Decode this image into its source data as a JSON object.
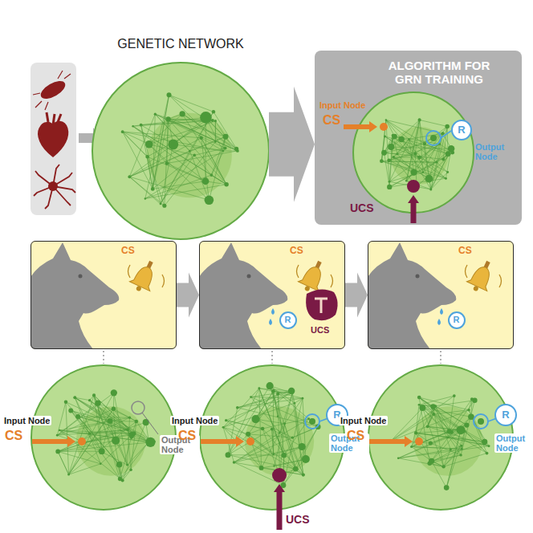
{
  "diagram": {
    "nodes": [
      {
        "text": [
          "GENETIC NETWORK"
        ]
      },
      {
        "text": [
          "ALGORITHM FOR GRN TRAINING"
        ]
      },
      {
        "text": [
          "R"
        ],
        "in": 1
      },
      {
        "text": [
          "CS"
        ]
      },
      {
        "text": [
          "CS",
          "UCS"
        ]
      },
      {
        "text": [
          "R"
        ],
        "in": 4
      },
      {
        "text": [
          "CS"
        ]
      },
      {
        "text": [
          "R"
        ],
        "in": 6
      },
      {
        "text": [
          "R"
        ]
      },
      {
        "text": [
          "R"
        ]
      }
    ],
    "edges": [
      {
        "from": 0,
        "to": 1,
        "arrow": "to"
      },
      {
        "from": 3,
        "to": 4,
        "arrow": "to"
      },
      {
        "from": 4,
        "to": 6,
        "arrow": "to"
      }
    ],
    "labels": [
      "Input Node",
      "CS",
      "Output Node",
      "UCS",
      "Input Node",
      "CS",
      "Output Node",
      "Input Node",
      "CS",
      "Output Node",
      "UCS",
      "Input Node",
      "CS",
      "Output Node"
    ]
  }
}
